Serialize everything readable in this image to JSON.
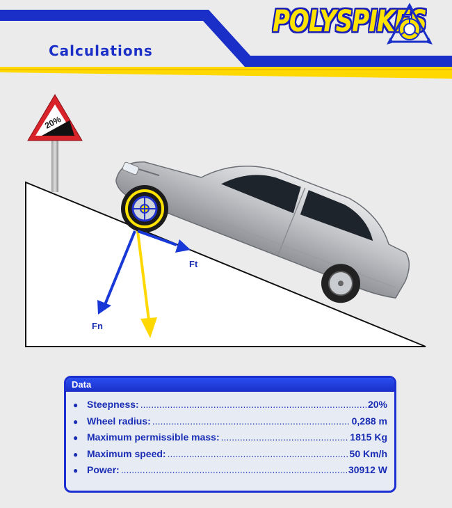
{
  "header": {
    "title": "Calculations",
    "brand": "POLYSPIKES",
    "logo_icon": "polyspikes-triangle-wheel-logo",
    "colors": {
      "brand_blue": "#1a2fc8",
      "brand_yellow": "#ffe300"
    }
  },
  "diagram": {
    "sign_text": "20%",
    "force_labels": {
      "tangential": "Ft",
      "normal": "Fn"
    },
    "icons": [
      "warning-slope-sign-icon",
      "car-icon",
      "polyspikes-wheel-icon"
    ],
    "colors": {
      "force_blue": "#1838d8",
      "gravity_yellow": "#ffd800"
    }
  },
  "panel": {
    "title": "Data",
    "items": [
      {
        "label": "Steepness:",
        "value": "20%"
      },
      {
        "label": "Wheel radius:",
        "value": "0,288 m"
      },
      {
        "label": "Maximum permissible mass:",
        "value": "1815 Kg"
      },
      {
        "label": "Maximum speed:",
        "value": "50 Km/h"
      },
      {
        "label": "Power:",
        "value": "30912 W"
      }
    ]
  }
}
